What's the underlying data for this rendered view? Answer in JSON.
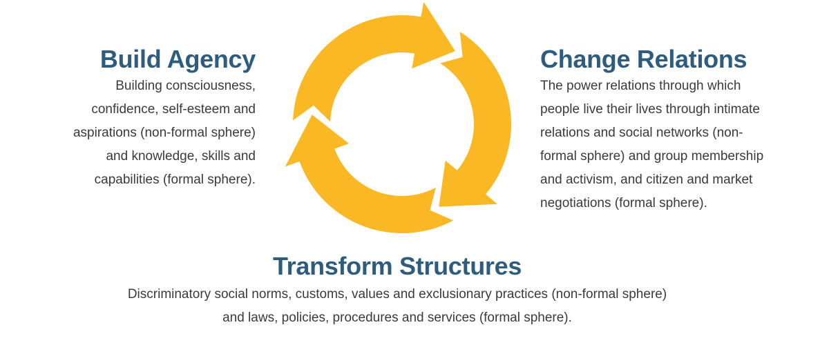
{
  "cycle": {
    "color": "#fbb825",
    "arrow_count": 3
  },
  "build_agency": {
    "title": "Build Agency",
    "text": "Building consciousness,\nconfidence, self-esteem and\naspirations (non-formal sphere)\nand knowledge, skills and\ncapabilities (formal sphere)."
  },
  "change_relations": {
    "title": "Change Relations",
    "text": "The power relations through which\npeople live their lives through intimate\nrelations and social networks (non-\nformal sphere) and group membership\nand activism, and citizen and market\nnegotiations (formal sphere)."
  },
  "transform_structures": {
    "title": "Transform Structures",
    "text": "Discriminatory social norms, customs, values and exclusionary practices (non-formal sphere)\nand laws, policies, procedures and services (formal sphere)."
  }
}
